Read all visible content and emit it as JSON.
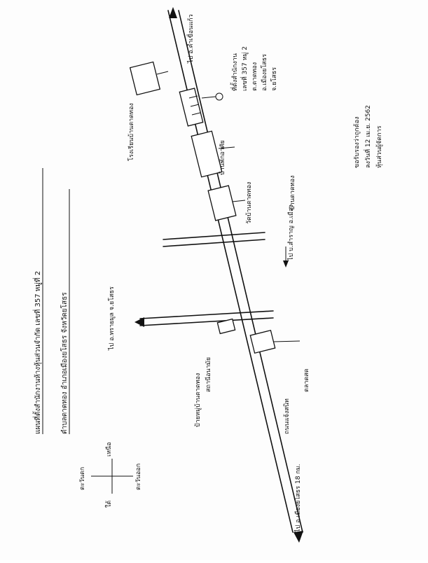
{
  "map_title": {
    "line1": "แผนที่ตั้งสำนักงานห้างหุ้นส่วนจำกัด เลขที่ 357 หมู่ที่ 2",
    "line2": "ตำบลตาดทอง อำเภอเมืองยโสธร จังหวัดยโสธร"
  },
  "labels": {
    "to_northeast": "ไป อ.คำเขื่อนแก้ว",
    "school_label": "โรงเรียนบ้านตาดทอง",
    "office_label": "ที่ตั้งสำนักงาน",
    "office_address": "เลขที่ 357 หมู่ 2",
    "office_subdistrict": "ต.ตาดทอง",
    "office_district": "อ.เมืองยโสธร",
    "office_province": "จ.ยโสธร",
    "houses_label": "บ้านพักอาศัย",
    "village_north": "บ้านตาดทอง",
    "temple_label": "วัดบ้านตาดทอง",
    "to_west": "ไป อ.ทรายมูล จ.ยโสธร",
    "to_east": "ไป บ.สำราญ อ.เมือง",
    "health_label": "สถานีอนามัย",
    "village_sign": "ป้ายหมู่บ้านตาดทอง",
    "market_label": "ตลาดสด",
    "to_city": "ไป อ.เมืองยโสธร 18 กม.",
    "road_name": "ถนนแจ้งสนิท",
    "certify_1": "ขอรับรองว่าถูกต้อง",
    "certify_2": "ลงวันที่ 12 เม.ย. 2562",
    "certify_3": "หุ้นส่วนผู้จัดการ"
  },
  "compass": {
    "north": "เหนือ",
    "south": "ใต้",
    "east": "ตะวันออก",
    "west": "ตะวันตก"
  }
}
